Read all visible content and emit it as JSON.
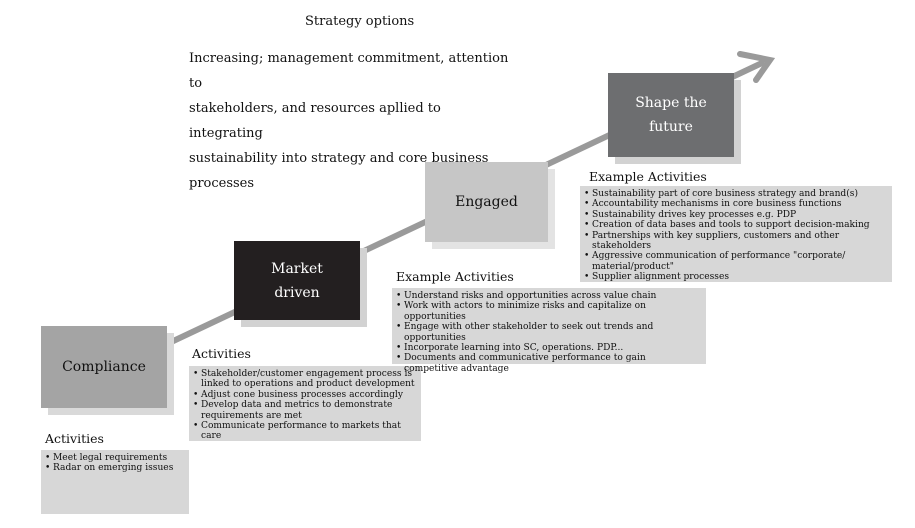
{
  "header": {
    "title": "Strategy options",
    "intro_lines": [
      "Increasing; management commitment, attention to",
      "stakeholders, and resources apllied to integrating",
      "sustainability into strategy and core business",
      "processes"
    ]
  },
  "stages": {
    "compliance": {
      "label": "Compliance",
      "heading": "Activities",
      "items": [
        "Meet legal requirements",
        "Radar on emerging issues"
      ]
    },
    "market_driven": {
      "label_lines": [
        "Market",
        "driven"
      ],
      "heading": "Activities",
      "items": [
        "Stakeholder/customer engagement process is linked to operations and product development",
        "Adjust cone business processes accordingly",
        "Develop data and metrics to demonstrate requirements are met",
        "Communicate performance to markets that care"
      ]
    },
    "engaged": {
      "label": "Engaged",
      "heading": "Example Activities",
      "items": [
        "Understand risks and opportunities across value chain",
        "Work with actors to minimize risks and capitalize on opportunities",
        "Engage with other stakeholder to seek out trends and opportunities",
        "Incorporate learning into SC, operations. PDP...",
        "Documents and communicative performance to gain competitive advantage"
      ]
    },
    "shape_future": {
      "label_lines": [
        "Shape the",
        "future"
      ],
      "heading": "Example Activities",
      "items": [
        "Sustainability part of core business strategy and brand(s)",
        "Accountability mechanisms in core business functions",
        "Sustainability drives key processes e.g. PDP",
        "Creation of data bases and tools to support decision-making",
        "Partnerships with key suppliers, customers and other stakeholders",
        "Aggressive communication of performance \"corporate/ material/product\"",
        "Supplier alignment processes"
      ]
    }
  },
  "colors": {
    "arrow": "#9a9a9a",
    "compliance_box": "#a4a4a4",
    "engaged_box": "#c6c6c6",
    "market_driven_box": "#231f20",
    "shape_future_box": "#6d6e70",
    "activity_panel": "#d7d7d7"
  }
}
